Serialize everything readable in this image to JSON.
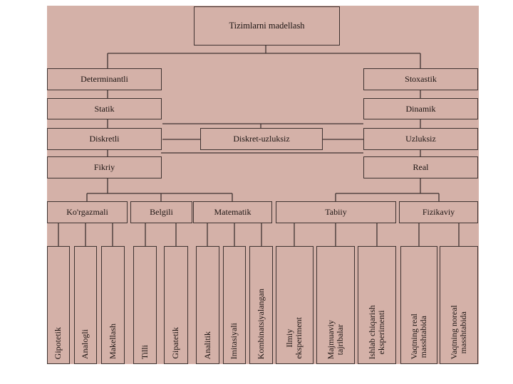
{
  "diagram": {
    "root": "Tizimlarni madellash",
    "rows": {
      "determinantli": "Determinantli",
      "stoxastik": "Stoxastik",
      "statik": "Statik",
      "dinamik": "Dinamik",
      "diskretli": "Diskretli",
      "diskret_uzluksiz": "Diskret-uzluksiz",
      "uzluksiz": "Uzluksiz",
      "fikriy": "Fikriy",
      "real": "Real"
    },
    "groups": {
      "korgazmali": "Ko'rgazmali",
      "belgili": "Belgili",
      "matematik": "Matematik",
      "tabiiy": "Tabiiy",
      "fizikaviy": "Fizikaviy"
    },
    "leaves": [
      "Gipotetik",
      "Analogli",
      "Makellash",
      "Tilli",
      "Gipatetik",
      "Analitik",
      "Imitasiyali",
      "Kombinatsiyalangan",
      "Ilmiy\neksperiment",
      "Majmuaviy\ntajribalar",
      "Ishlab chiqarish\neksperimenti",
      "Vaqtning real\nmasshtabida",
      "Vaqtning noreal\nmasshtabida"
    ]
  }
}
